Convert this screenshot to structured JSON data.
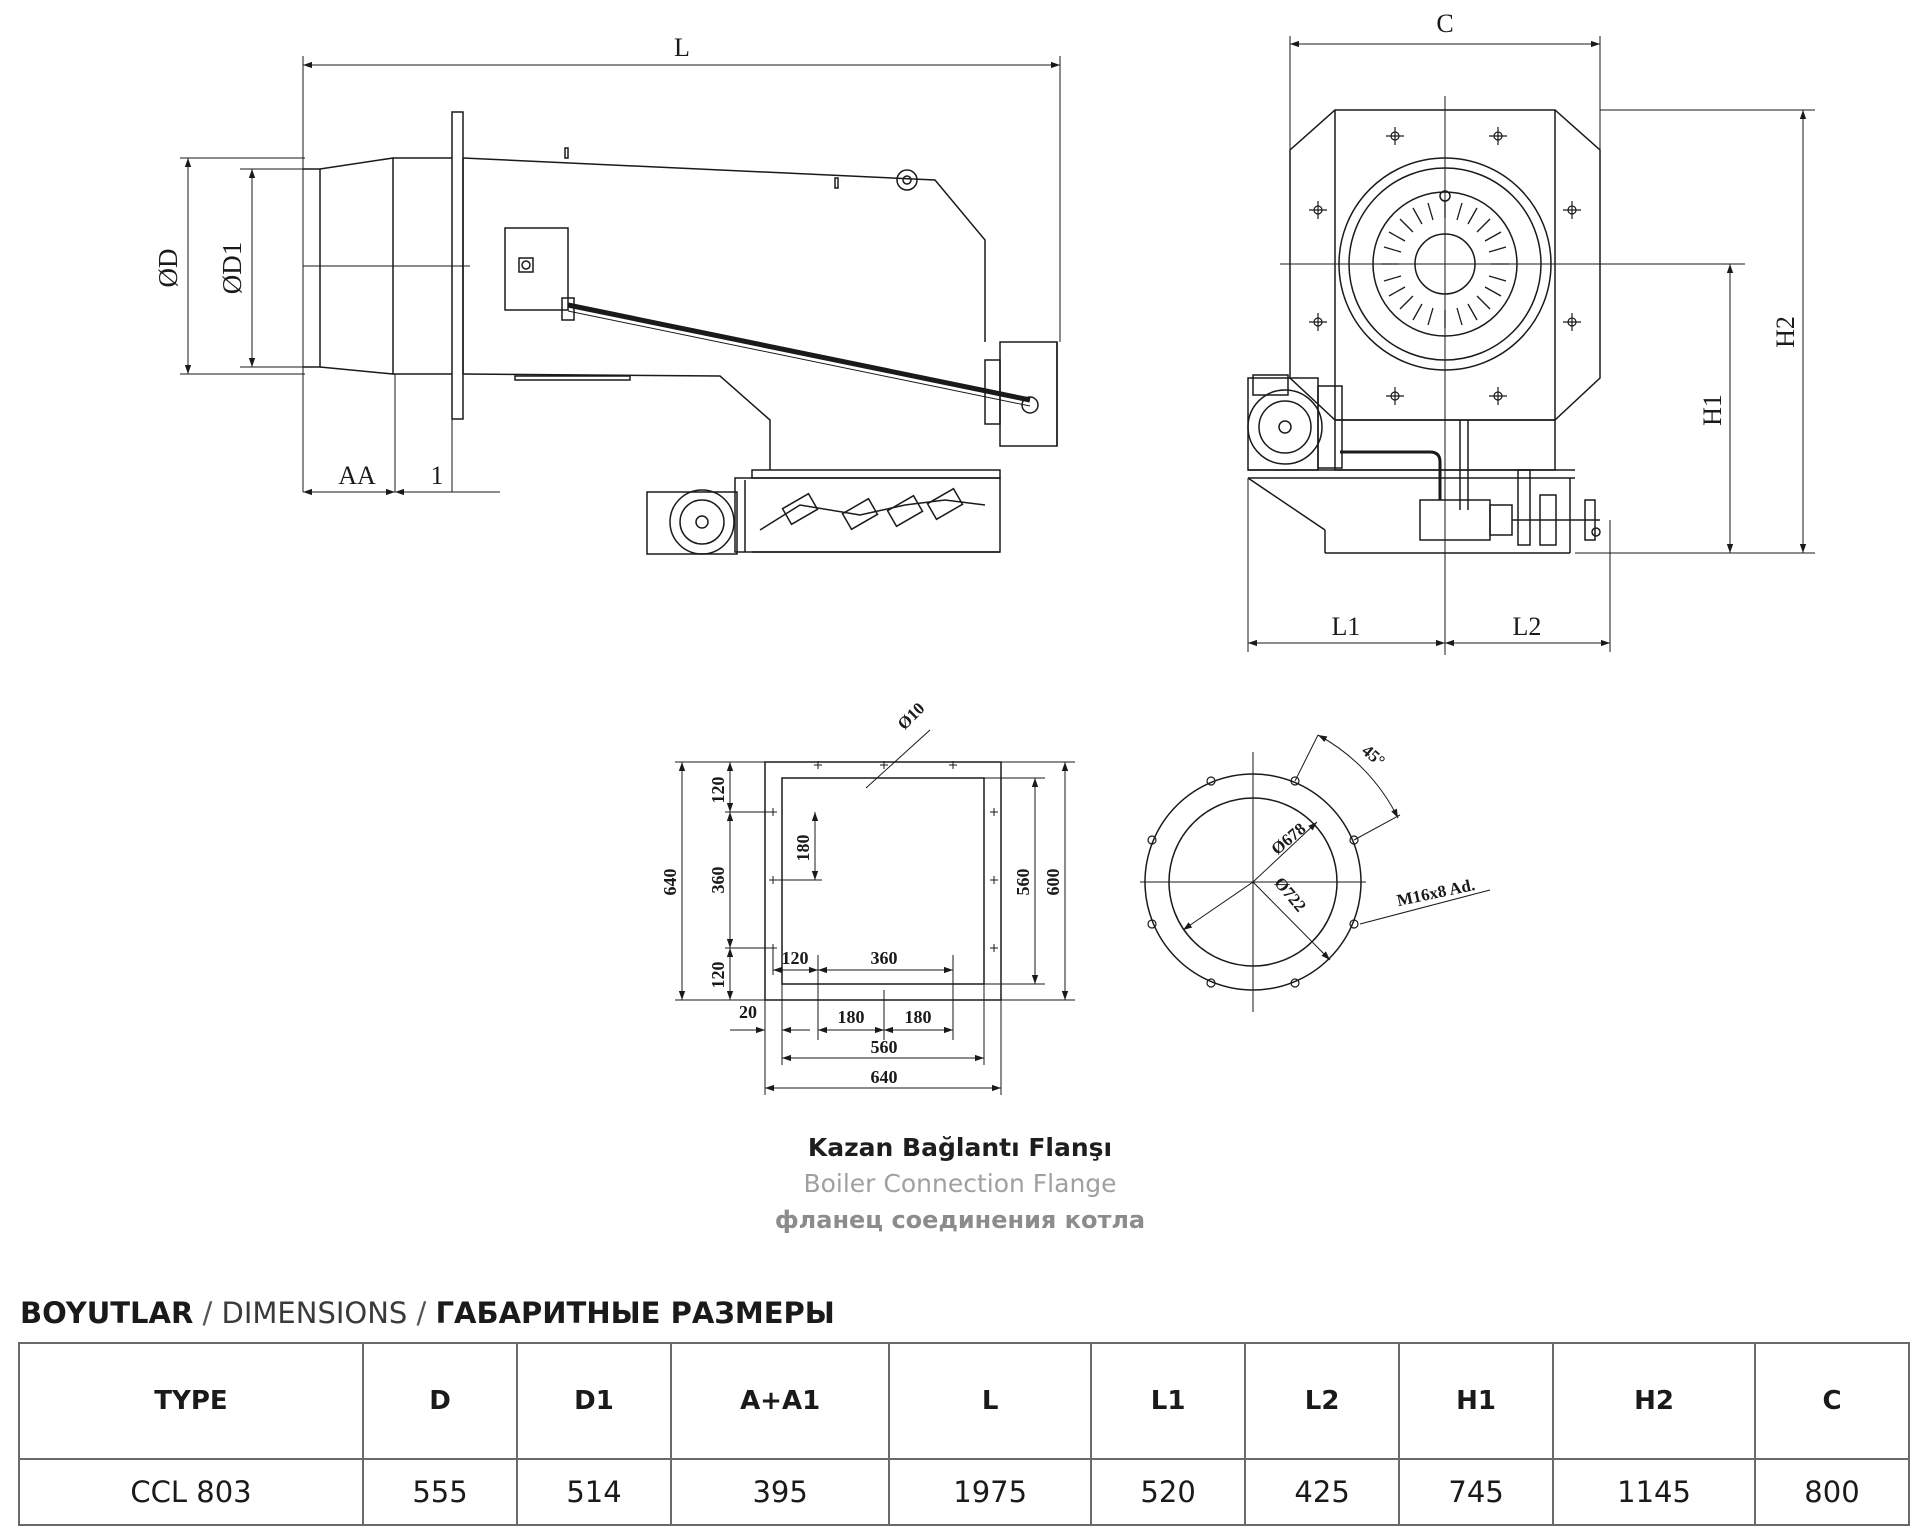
{
  "drawing": {
    "side_view_labels": {
      "L": "L",
      "D": "ØD",
      "D1": "ØD1",
      "AA": "AA",
      "one": "1"
    },
    "front_view_labels": {
      "C": "C",
      "H1": "H1",
      "H2": "H2",
      "L1": "L1",
      "L2": "L2"
    },
    "flange_square_labels": {
      "hole": "Ø10",
      "v120a": "120",
      "v360": "360",
      "v120b": "120",
      "v180": "180",
      "v640": "640",
      "v560": "560",
      "v600": "600",
      "h120": "120",
      "h360": "360",
      "h20": "20",
      "h180a": "180",
      "h180b": "180",
      "h560": "560",
      "h640": "640"
    },
    "flange_round_labels": {
      "angle": "45°",
      "d678": "Ø678",
      "d722": "Ø722",
      "bolts": "M16x8 Ad."
    }
  },
  "caption": {
    "tr": "Kazan Bağlantı Flanşı",
    "en": "Boiler Connection Flange",
    "ru": "фланец соединения котла"
  },
  "dimensions_heading": {
    "tr": "BOYUTLAR",
    "sep1": " / ",
    "en": "DIMENSIONS",
    "sep2": " / ",
    "ru": "ГАБАРИТНЫЕ РАЗМЕРЫ"
  },
  "table": {
    "headers": [
      "TYPE",
      "D",
      "D1",
      "A+A1",
      "L",
      "L1",
      "L2",
      "H1",
      "H2",
      "C"
    ],
    "rows": [
      [
        "CCL 803",
        "555",
        "514",
        "395",
        "1975",
        "520",
        "425",
        "745",
        "1145",
        "800"
      ]
    ]
  }
}
